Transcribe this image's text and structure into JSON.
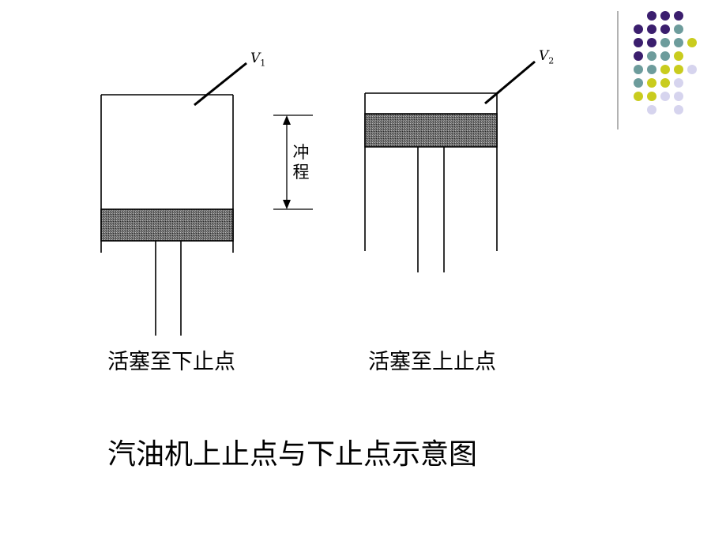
{
  "title": "汽油机上止点与下止点示意图",
  "left_caption": "活塞至下止点",
  "right_caption": "活塞至上止点",
  "stroke_label_1": "冲",
  "stroke_label_2": "程",
  "v1": {
    "letter": "V",
    "sub": "1"
  },
  "v2": {
    "letter": "V",
    "sub": "2"
  },
  "colors": {
    "purple": "#3b1e6e",
    "teal": "#6d9c9c",
    "yellow": "#c9cc1e",
    "lavender": "#d6d4ee",
    "piston": "#555555",
    "line": "#000000"
  },
  "dot_grid": [
    [
      null,
      "purple",
      "purple",
      "purple",
      null
    ],
    [
      "purple",
      "purple",
      "purple",
      "teal",
      null
    ],
    [
      "purple",
      "purple",
      "teal",
      "teal",
      "yellow"
    ],
    [
      "purple",
      "teal",
      "teal",
      "yellow",
      null
    ],
    [
      "teal",
      "teal",
      "yellow",
      "yellow",
      "lavender"
    ],
    [
      "teal",
      "yellow",
      "yellow",
      "lavender",
      null
    ],
    [
      "yellow",
      "yellow",
      "lavender",
      "lavender",
      null
    ],
    [
      null,
      "lavender",
      null,
      "lavender",
      null
    ]
  ]
}
